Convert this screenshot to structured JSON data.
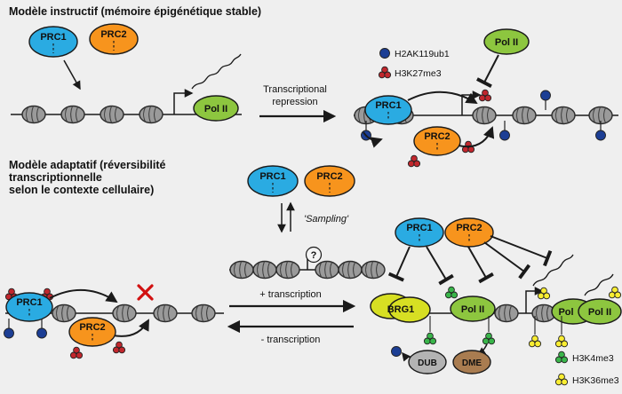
{
  "figure": {
    "title_instructive": "Modèle instructif (mémoire épigénétique stable)",
    "title_adaptive_line1": "Modèle adaptatif (réversibilité",
    "title_adaptive_line2": "transcriptionnelle",
    "title_adaptive_line3": "selon le contexte cellulaire)"
  },
  "labels": {
    "prc1": "PRC1",
    "prc2": "PRC2",
    "pol2": "Pol II",
    "pol_partial": "Pol",
    "brg1": "BRG1",
    "dub": "DUB",
    "dme": "DME",
    "transcriptional_repression_line1": "Transcriptional",
    "transcriptional_repression_line2": "repression",
    "sampling": "'Sampling'",
    "plus_transcription": "+ transcription",
    "minus_transcription": "- transcription",
    "question_mark": "?"
  },
  "legend_marks": {
    "h2ak119ub1": "H2AK119ub1",
    "h3k27me3": "H3K27me3",
    "h3k4me3": "H3K4me3",
    "h3k36me3": "H3K36me3"
  },
  "colors": {
    "background": "#efefef",
    "prc1_blue": "#2aabe2",
    "prc2_orange": "#f7941d",
    "pol2_green": "#8dc63f",
    "brg1_yellow_green": "#d7df23",
    "dub_gray": "#b3b3b3",
    "dme_brown": "#a97c50",
    "h2ak119ub1_blue": "#1c3e94",
    "h3k27me3_red": "#c1272d",
    "h3k4me3_green": "#39b54a",
    "h3k36me3_yellow": "#f9ed32",
    "block_x_red": "#d11111"
  }
}
